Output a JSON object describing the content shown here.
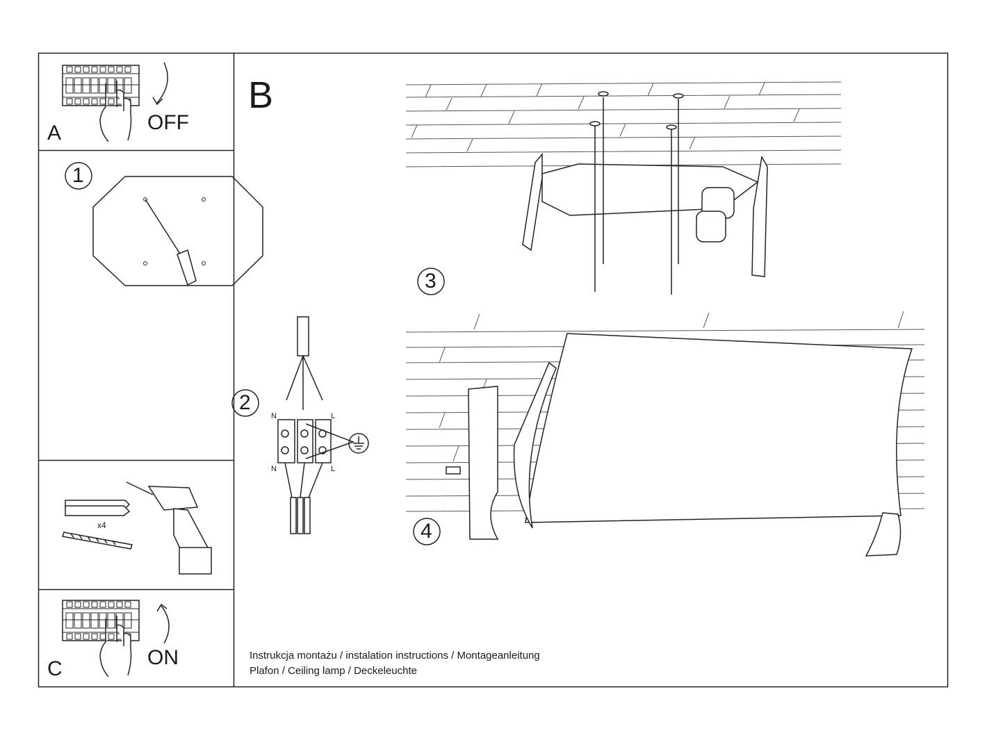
{
  "panels": {
    "A": {
      "letter": "A",
      "switch_state": "OFF"
    },
    "C": {
      "letter": "C",
      "switch_state": "ON"
    },
    "B": {
      "letter": "B"
    },
    "kit": {
      "quantity": "x4"
    }
  },
  "steps": [
    "1",
    "2",
    "3",
    "4"
  ],
  "wiring": {
    "neutral_top": "N",
    "live_top": "L",
    "neutral_bottom": "N",
    "live_bottom": "L"
  },
  "footer": {
    "line1": "Instrukcja montażu / instalation instructions / Montageanleitung",
    "line2": "Plafon / Ceiling lamp / Deckeleuchte"
  },
  "icons": [
    "breaker-panel-icon",
    "hand-icon",
    "arrow-down-icon",
    "arrow-up-icon",
    "screwdriver-icon",
    "wall-plug-icon",
    "screw-icon",
    "drill-icon",
    "ground-symbol-icon",
    "ceiling-icon",
    "lamp-icon"
  ]
}
